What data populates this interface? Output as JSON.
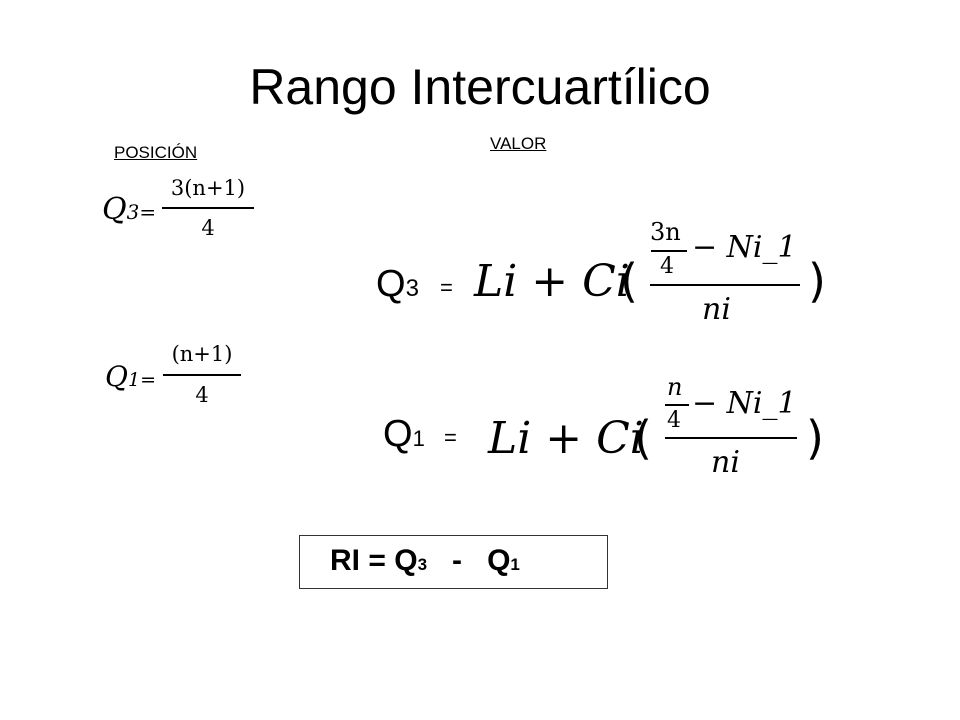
{
  "title": "Rango Intercuartílico",
  "labels": {
    "posicion": "POSICIÓN",
    "valor": "VALOR"
  },
  "q3_position": {
    "lhs": "Q",
    "lhs_sub": "3",
    "eq": "=",
    "numerator": "3(n+1)",
    "denominator": "4"
  },
  "q1_position": {
    "lhs": "Q",
    "lhs_sub": "1",
    "eq": "=",
    "numerator": "(n+1)",
    "denominator": "4"
  },
  "q3_value": {
    "lhs": "Q",
    "lhs_sub": "3",
    "eq": "=",
    "base": "Li + Ci",
    "open_paren": "(",
    "inner_numerator": "3n",
    "inner_denominator": "4",
    "minus_term": "− Ni_1",
    "denominator": "ni",
    "close_paren": ")"
  },
  "q1_value": {
    "lhs": "Q",
    "lhs_sub": "1",
    "eq": "=",
    "base": "Li + Ci",
    "open_paren": "(",
    "inner_numerator": "n",
    "inner_denominator": "4",
    "minus_term": "− Ni_1",
    "denominator": "ni",
    "close_paren": ")"
  },
  "ri_formula": {
    "ri": "RI",
    "eq": "=",
    "q": "Q",
    "sub3": "3",
    "minus": "-",
    "q2": "Q",
    "sub1": "1"
  }
}
